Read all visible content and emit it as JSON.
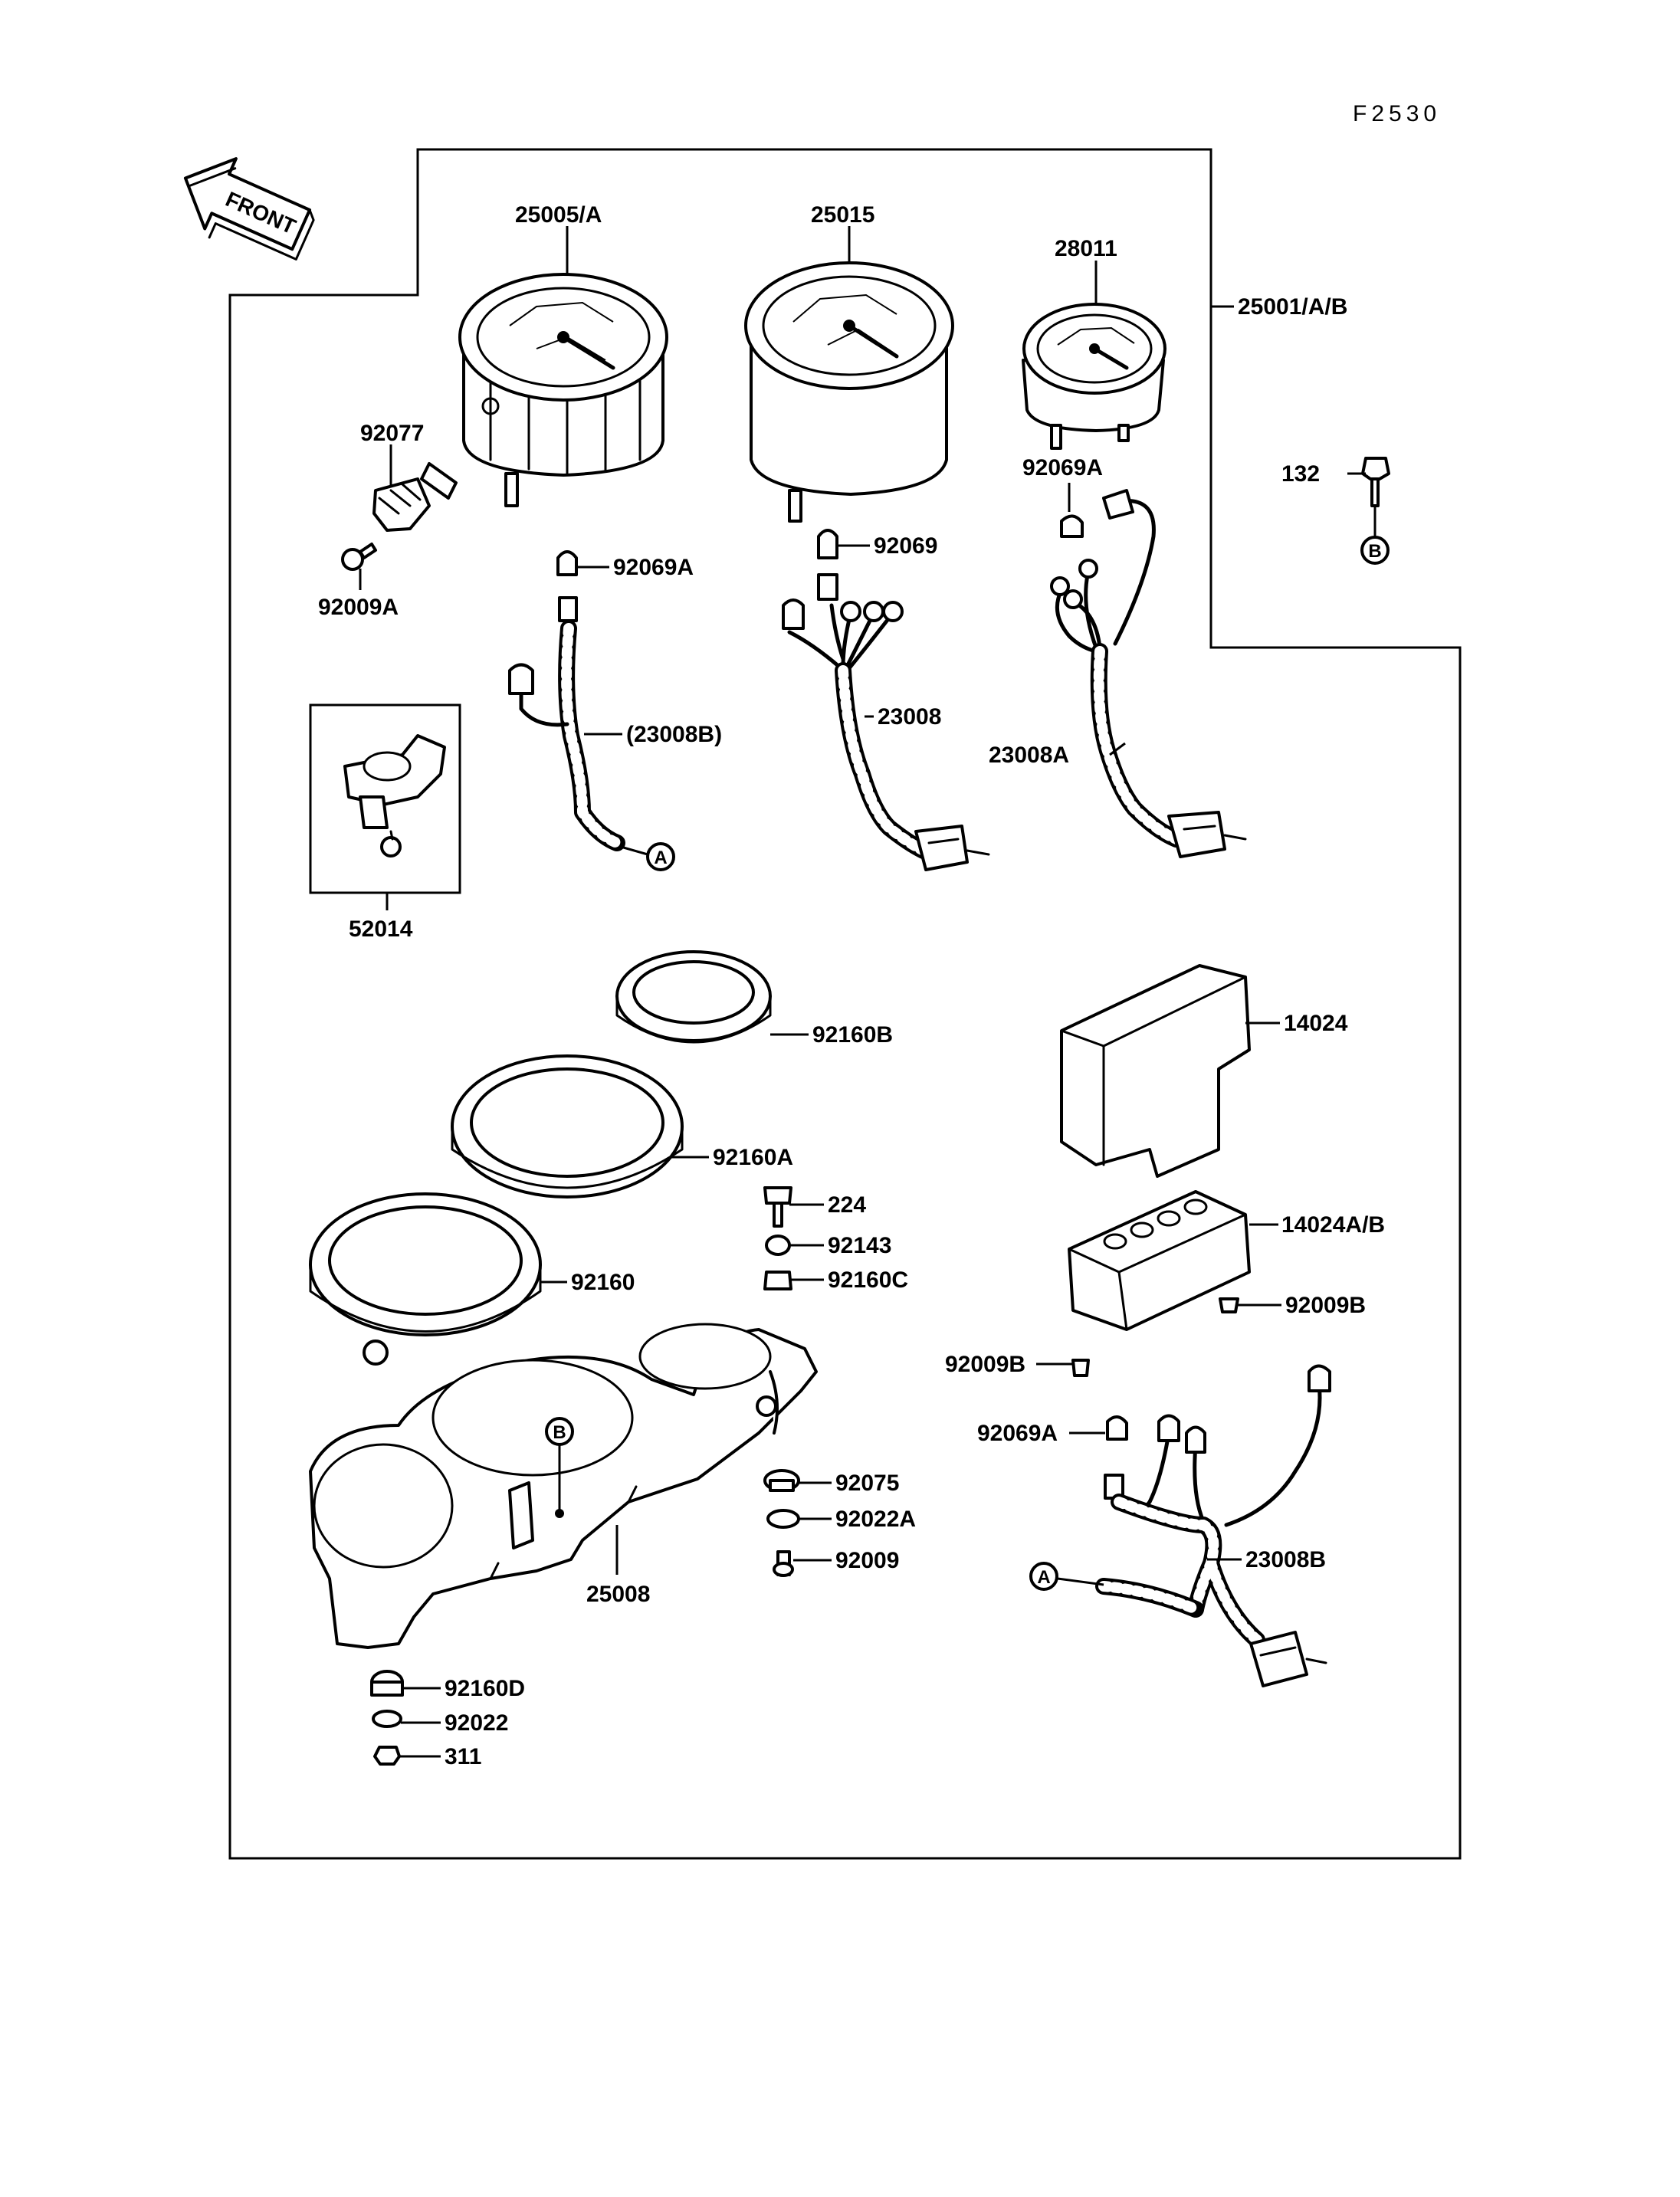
{
  "figure_ref": "F2530",
  "front_label": "FRONT",
  "callouts": {
    "a": "A",
    "b": "B"
  },
  "parts": {
    "p25005A": "25005/A",
    "p25015": "25015",
    "p28011": "28011",
    "p25001AB": "25001/A/B",
    "p92077": "92077",
    "p92069A_top": "92069A",
    "p132": "132",
    "p92009A": "92009A",
    "p92069A_left": "92069A",
    "p92069": "92069",
    "p23008B_paren": "(23008B)",
    "p23008": "23008",
    "p23008A": "23008A",
    "p52014": "52014",
    "p92160B": "92160B",
    "p14024": "14024",
    "p92160A": "92160A",
    "p224": "224",
    "p92143": "92143",
    "p14024AB": "14024A/B",
    "p92160C": "92160C",
    "p92160": "92160",
    "p92009B_right": "92009B",
    "p92009B_left": "92009B",
    "p92069A_bottom": "92069A",
    "p92075": "92075",
    "p92022A": "92022A",
    "p92009": "92009",
    "p23008B": "23008B",
    "p25008": "25008",
    "p92160D": "92160D",
    "p92022": "92022",
    "p311": "311"
  }
}
